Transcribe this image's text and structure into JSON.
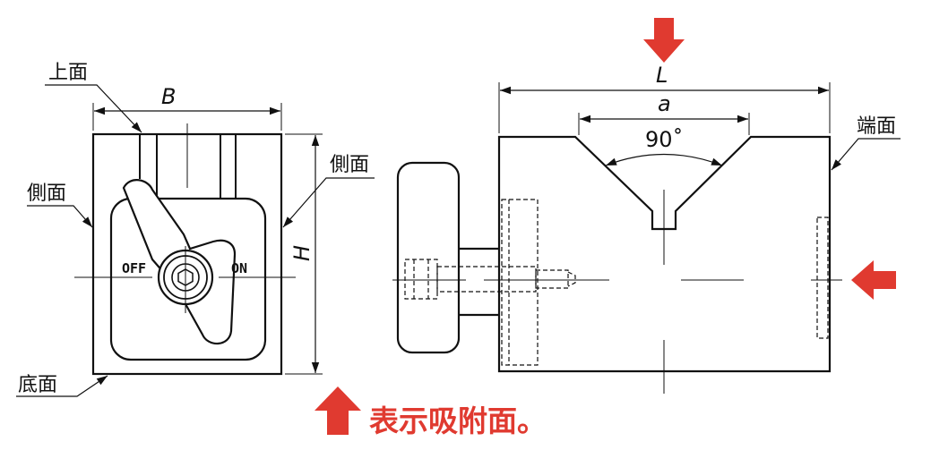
{
  "labels": {
    "top_face": "上面",
    "side_face_left": "側面",
    "side_face_right": "側面",
    "bottom_face": "底面",
    "end_face": "端面"
  },
  "dimensions": {
    "width": "B",
    "height": "H",
    "length": "L",
    "groove_width": "a",
    "angle": "90˚"
  },
  "switch": {
    "off": "OFF",
    "on": "ON"
  },
  "caption": "表示吸附面。",
  "colors": {
    "accent": "#e03a30",
    "line": "#111111"
  }
}
